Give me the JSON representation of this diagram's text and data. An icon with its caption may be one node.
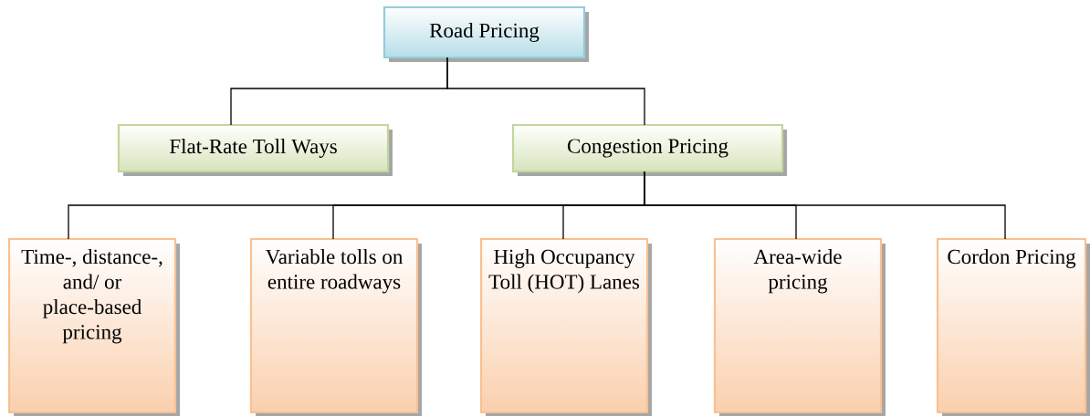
{
  "diagram": {
    "nodes": [
      {
        "text": [
          "Road Pricing"
        ]
      },
      {
        "text": [
          "Flat-Rate Toll Ways"
        ]
      },
      {
        "text": [
          "Congestion Pricing"
        ]
      },
      {
        "text": [
          "Time-, distance-, and/ or place-based pricing"
        ]
      },
      {
        "text": [
          "Variable tolls on entire roadways"
        ]
      },
      {
        "text": [
          "High Occupancy Toll (HOT) Lanes"
        ]
      },
      {
        "text": [
          "Area-wide pricing"
        ]
      },
      {
        "text": [
          "Cordon Pricing"
        ]
      }
    ],
    "edges": [
      {
        "from": 0,
        "to": 1,
        "arrow": "none"
      },
      {
        "from": 0,
        "to": 2,
        "arrow": "none"
      },
      {
        "from": 2,
        "to": 3,
        "arrow": "none"
      },
      {
        "from": 2,
        "to": 4,
        "arrow": "none"
      },
      {
        "from": 2,
        "to": 5,
        "arrow": "none"
      },
      {
        "from": 2,
        "to": 6,
        "arrow": "none"
      },
      {
        "from": 2,
        "to": 7,
        "arrow": "none"
      }
    ]
  }
}
